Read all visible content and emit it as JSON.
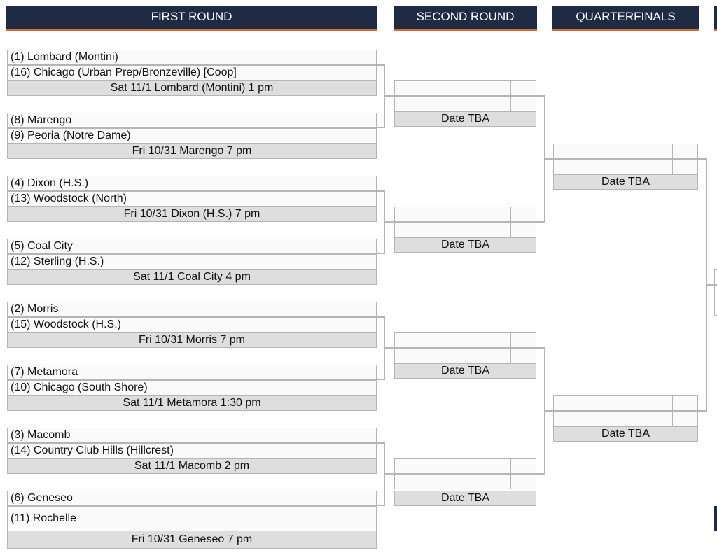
{
  "headers": {
    "first_round": "FIRST ROUND",
    "second_round": "SECOND ROUND",
    "quarterfinals": "QUARTERFINALS"
  },
  "first_round": [
    {
      "team_a": "(1) Lombard (Montini)",
      "team_b": "(16) Chicago (Urban Prep/Bronzeville) [Coop]",
      "info": "Sat 11/1 Lombard (Montini) 1 pm"
    },
    {
      "team_a": "(8) Marengo",
      "team_b": "(9) Peoria (Notre Dame)",
      "info": "Fri 10/31 Marengo 7 pm"
    },
    {
      "team_a": "(4) Dixon (H.S.)",
      "team_b": "(13) Woodstock (North)",
      "info": "Fri 10/31 Dixon (H.S.) 7 pm"
    },
    {
      "team_a": "(5) Coal City",
      "team_b": "(12) Sterling (H.S.)",
      "info": "Sat 11/1 Coal City 4 pm"
    },
    {
      "team_a": "(2) Morris",
      "team_b": "(15) Woodstock (H.S.)",
      "info": "Fri 10/31 Morris 7 pm"
    },
    {
      "team_a": "(7) Metamora",
      "team_b": "(10) Chicago (South Shore)",
      "info": "Sat 11/1 Metamora 1:30 pm"
    },
    {
      "team_a": "(3) Macomb",
      "team_b": "(14) Country Club Hills (Hillcrest)",
      "info": "Sat 11/1 Macomb 2 pm"
    },
    {
      "team_a": "(6) Geneseo",
      "team_b": "(11) Rochelle",
      "info": "Fri 10/31 Geneseo 7 pm"
    }
  ],
  "second_round": [
    {
      "info": "Date TBA"
    },
    {
      "info": "Date TBA"
    },
    {
      "info": "Date TBA"
    },
    {
      "info": "Date TBA"
    }
  ],
  "quarterfinals": [
    {
      "info": "Date TBA"
    },
    {
      "info": "Date TBA"
    }
  ]
}
